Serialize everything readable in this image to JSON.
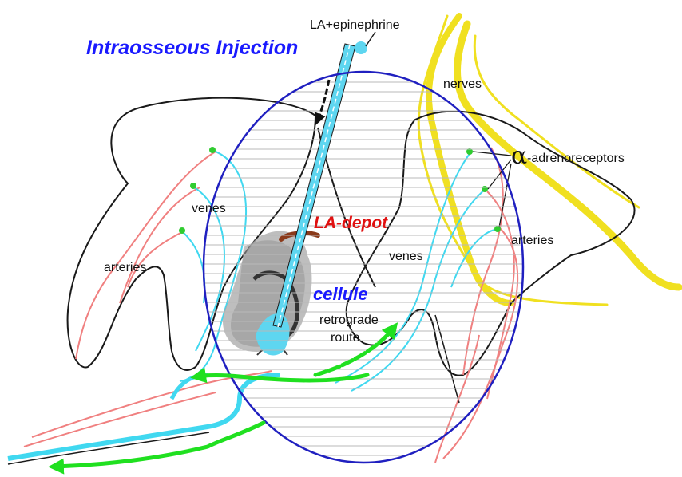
{
  "labels": {
    "title": "Intraosseous Injection",
    "syringe": "LA+epinephrine",
    "nerves": "nerves",
    "alpha_symbol": "α",
    "alpha_text": "-adrenoreceptors",
    "venes_left": "venes",
    "venes_right": "venes",
    "arteries_left": "arteries",
    "arteries_right": "arteries",
    "depot": "LA-depot",
    "cellule": "cellule",
    "retrograde_1": "retrograde",
    "retrograde_2": "route"
  },
  "colors": {
    "title": "#1a1aff",
    "depot": "#e01010",
    "cellule": "#1a1aff",
    "circle": "#2020c0",
    "artery": "#f08080",
    "vein": "#40d8f0",
    "nerve": "#f0e020",
    "flow_arrow": "#20e020",
    "receptor_dot": "#30cc30",
    "outline": "#1a1a1a"
  }
}
